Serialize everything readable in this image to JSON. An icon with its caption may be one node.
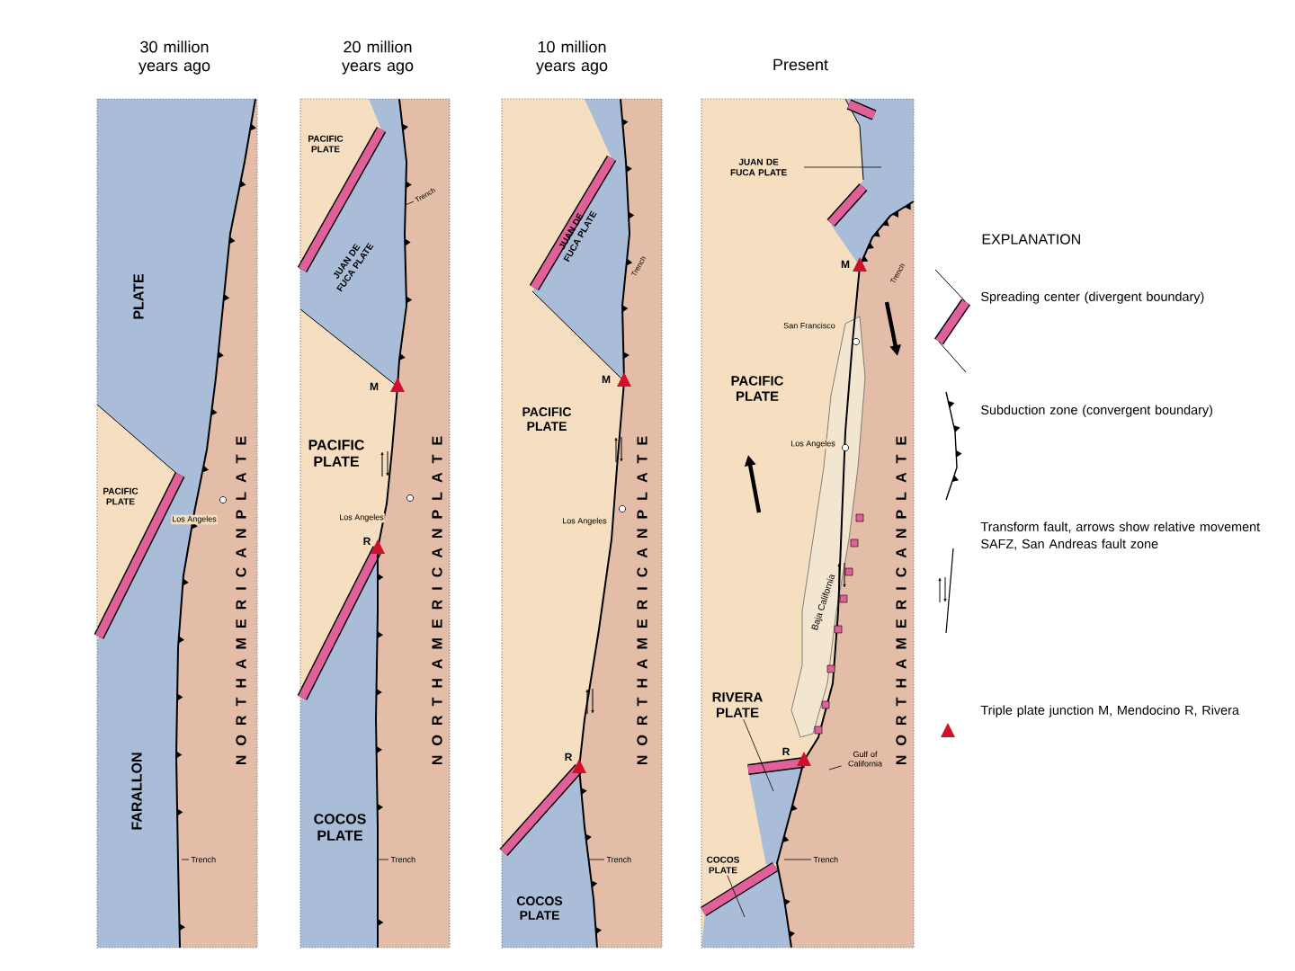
{
  "diagram": {
    "nodes": [
      {
        "text": [
          "Trench"
        ]
      },
      {
        "text": [
          "Trench"
        ]
      },
      {
        "text": [
          "Trench"
        ]
      },
      {
        "text": [
          "Trench"
        ]
      },
      {
        "text": [
          "JUAN DE FUCA PLATE"
        ]
      },
      {
        "text": [
          "RIVERA PLATE"
        ]
      },
      {
        "text": [
          "COCOS PLATE"
        ]
      },
      {
        "text": [
          "Gulf of California"
        ]
      },
      {
        "text": [
          "Trench"
        ]
      },
      {
        "text": [
          "JUAN DE FUCA PLATE"
        ]
      },
      {
        "text": [
          "COCOS PLATE"
        ]
      },
      {
        "text": [
          "COCOS PLATE"
        ]
      }
    ],
    "edges": [
      {
        "from": 0,
        "to": null,
        "arrow": "none"
      },
      {
        "from": 1,
        "to": 9,
        "arrow": "none"
      },
      {
        "from": 2,
        "to": 10,
        "arrow": "none"
      },
      {
        "from": 3,
        "to": 11,
        "arrow": "none"
      },
      {
        "from": 4,
        "to": null,
        "arrow": "none"
      },
      {
        "from": 5,
        "to": null,
        "arrow": "none"
      },
      {
        "from": 6,
        "to": null,
        "arrow": "none"
      },
      {
        "from": 7,
        "to": null,
        "arrow": "none"
      },
      {
        "from": 8,
        "to": null,
        "arrow": "none"
      }
    ],
    "labels": [
      "30 million years ago",
      "20 million years ago",
      "10 million years ago",
      "Present",
      "PLATE",
      "PACIFIC PLATE",
      "Los Angeles",
      "N O R T H A M E R I C A N P L A T E",
      "FARALLON",
      "PACIFIC PLATE",
      "M",
      "PACIFIC PLATE",
      "Los Angeles",
      "R",
      "N O R T H A M E R I C A N P L A T E",
      "JUAN DE FUCA PLATE",
      "Trench",
      "M",
      "PACIFIC PLATE",
      "Los Angeles",
      "N O R T H A M E R I C A N P L A T E",
      "R",
      "Trench",
      "M",
      "San Francisco",
      "PACIFIC PLATE",
      "Los Angeles",
      "Baja California",
      "N O R T H A M E R I C A N P L A T E",
      "R",
      "EXPLANATION"
    ],
    "legend": [
      {
        "text": "Spreading center (divergent boundary)"
      },
      {
        "text": "Subduction zone (convergent boundary)"
      },
      {
        "text": "Transform fault, arrows show relative movement SAFZ, San Andreas fault zone"
      },
      {
        "text": "Triple plate junction M, Mendocino R, Rivera"
      }
    ]
  }
}
